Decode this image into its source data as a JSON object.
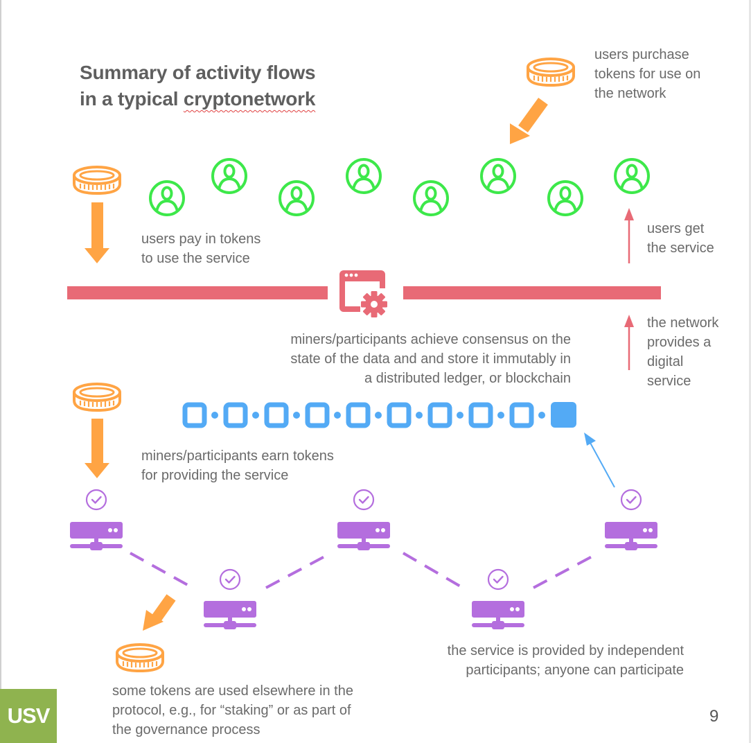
{
  "title": {
    "line1": "Summary of activity flows",
    "line2_prefix": "in a typical ",
    "line2_word": "cryptonetwork"
  },
  "labels": {
    "users_purchase": [
      "users purchase",
      "tokens for use on",
      "the network"
    ],
    "users_pay": [
      "users pay in tokens",
      "to use the service"
    ],
    "users_get": [
      "users get",
      "the service"
    ],
    "network_provides": [
      "the network",
      "provides a",
      "digital",
      "service"
    ],
    "consensus": [
      "miners/participants achieve consensus on the",
      "state of the data and and store it immutably in",
      "a distributed ledger, or blockchain"
    ],
    "miners_earn": [
      "miners/participants earn tokens",
      "for providing the service"
    ],
    "independent": [
      "the service is provided by independent",
      "participants; anyone can participate"
    ],
    "staking": [
      "some tokens are used elsewhere in the",
      "protocol, e.g., for “staking” or as part of",
      "the governance process"
    ]
  },
  "icons": {
    "token": "coin-icon",
    "user": "user-circle-icon",
    "service": "app-window-gear-icon",
    "block": "block-icon",
    "server": "server-icon",
    "check": "check-circle-icon"
  },
  "diagram": {
    "user_count": 8,
    "block_count": 10,
    "server_count": 5,
    "last_block_filled": true
  },
  "colors": {
    "orange": "#ffa444",
    "green": "#3de84a",
    "red": "#e86a76",
    "blue": "#53aaf5",
    "purple": "#b46ede",
    "text": "#6a6a6a",
    "logo_green": "#8fb34f"
  },
  "footer": {
    "logo": "USV",
    "page_number": "9"
  }
}
